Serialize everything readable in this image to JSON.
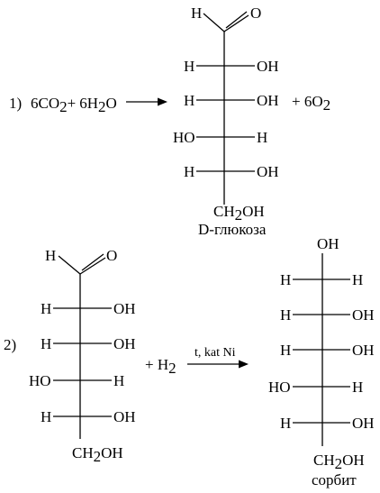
{
  "reaction1": {
    "number": "1)",
    "reactant_co2": "6CO",
    "sub_2a": "2",
    "plus1": "+",
    "reactant_h2o_pre": "6H",
    "sub_2b": "2",
    "reactant_h2o_post": "O",
    "product_extra_pre": "+ 6O",
    "sub_2c": "2",
    "glucose": {
      "aldehyde_h": "H",
      "aldehyde_o": "O",
      "rows": [
        {
          "left": "H",
          "right": "OH"
        },
        {
          "left": "H",
          "right": "OH"
        },
        {
          "left": "HO",
          "right": "H"
        },
        {
          "left": "H",
          "right": "OH"
        }
      ],
      "bottom_pre": "CH",
      "bottom_sub": "2",
      "bottom_post": "OH",
      "name": "D-глюкоза"
    }
  },
  "reaction2": {
    "number": "2)",
    "reagent_pre": "+ H",
    "reagent_sub": "2",
    "conditions": "t, kat Ni",
    "glucose": {
      "aldehyde_h": "H",
      "aldehyde_o": "O",
      "rows": [
        {
          "left": "H",
          "right": "OH"
        },
        {
          "left": "H",
          "right": "OH"
        },
        {
          "left": "HO",
          "right": "H"
        },
        {
          "left": "H",
          "right": "OH"
        }
      ],
      "bottom_pre": "CH",
      "bottom_sub": "2",
      "bottom_post": "OH"
    },
    "sorbitol": {
      "top": "OH",
      "rows": [
        {
          "left": "H",
          "right": "H"
        },
        {
          "left": "H",
          "right": "OH"
        },
        {
          "left": "H",
          "right": "OH"
        },
        {
          "left": "HO",
          "right": "H"
        },
        {
          "left": "H",
          "right": "OH"
        }
      ],
      "bottom_pre": "CH",
      "bottom_sub": "2",
      "bottom_post": "OH",
      "name": "сорбит"
    }
  }
}
